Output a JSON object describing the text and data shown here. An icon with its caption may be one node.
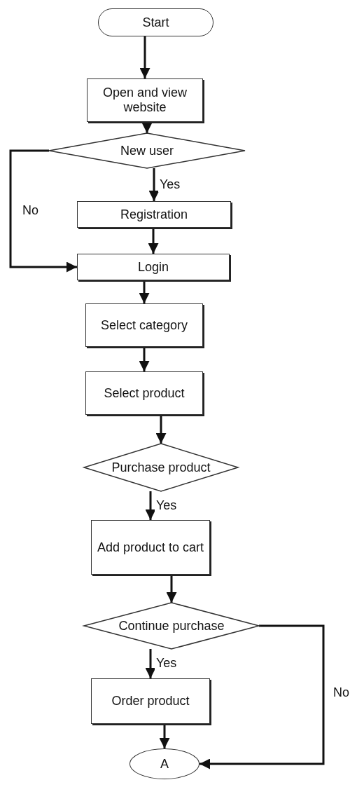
{
  "diagram": {
    "nodes": [
      {
        "text": [
          "Start"
        ]
      },
      {
        "text": [
          "Open and view website"
        ]
      },
      {
        "text": [
          "New user"
        ]
      },
      {
        "text": [
          "Registration"
        ]
      },
      {
        "text": [
          "Login"
        ]
      },
      {
        "text": [
          "Select category"
        ]
      },
      {
        "text": [
          "Select product"
        ]
      },
      {
        "text": [
          "Purchase product"
        ]
      },
      {
        "text": [
          "Add product to cart"
        ]
      },
      {
        "text": [
          "Continue purchase"
        ]
      },
      {
        "text": [
          "Order product"
        ]
      },
      {
        "text": [
          "A"
        ]
      }
    ],
    "edges": [
      {
        "from": 0,
        "to": 1,
        "arrow": "to"
      },
      {
        "from": 1,
        "to": 2,
        "arrow": "to"
      },
      {
        "from": 2,
        "to": 3,
        "arrow": "to",
        "label": "Yes"
      },
      {
        "from": 2,
        "to": 4,
        "arrow": "to",
        "label": "No"
      },
      {
        "from": 3,
        "to": 4,
        "arrow": "to"
      },
      {
        "from": 4,
        "to": 5,
        "arrow": "to"
      },
      {
        "from": 5,
        "to": 6,
        "arrow": "to"
      },
      {
        "from": 6,
        "to": 7,
        "arrow": "to"
      },
      {
        "from": 7,
        "to": 8,
        "arrow": "to",
        "label": "Yes"
      },
      {
        "from": 8,
        "to": 9,
        "arrow": "to"
      },
      {
        "from": 9,
        "to": 10,
        "arrow": "to",
        "label": "Yes"
      },
      {
        "from": 9,
        "to": 11,
        "arrow": "to",
        "label": "No"
      },
      {
        "from": 10,
        "to": 11,
        "arrow": "to"
      }
    ]
  }
}
